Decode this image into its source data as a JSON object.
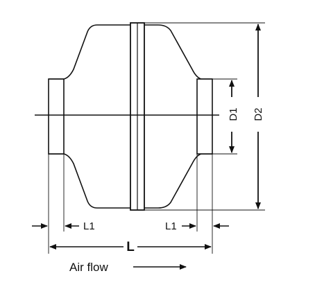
{
  "diagram": {
    "labels": {
      "d1": "D1",
      "d2": "D2",
      "l1_left": "L1",
      "l1_right": "L1",
      "l": "L",
      "air_flow": "Air flow"
    }
  }
}
